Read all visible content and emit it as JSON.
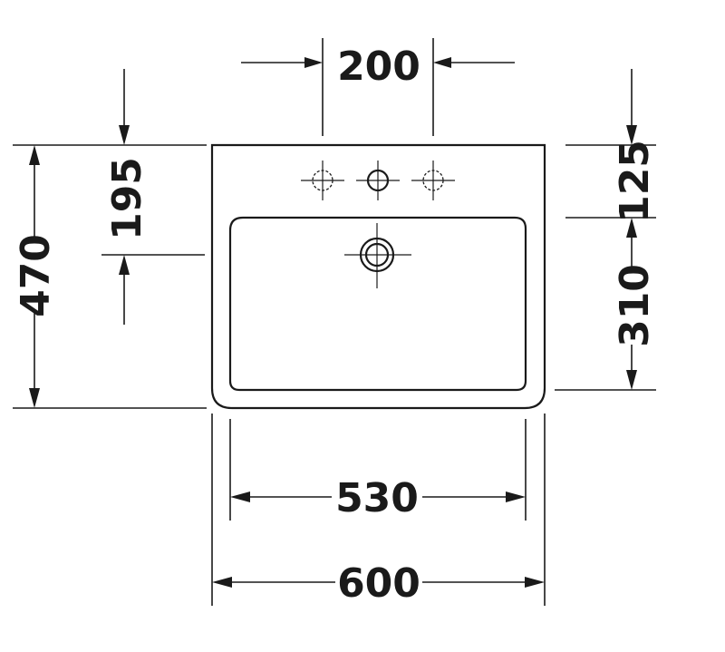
{
  "dimensions": {
    "tap_hole_spacing": "200",
    "waste_offset": "195",
    "overall_depth": "470",
    "rim_to_bowl": "125",
    "bowl_depth": "310",
    "bowl_width": "530",
    "overall_width": "600"
  },
  "colors": {
    "line": "#1a1a1a",
    "background": "#ffffff"
  }
}
